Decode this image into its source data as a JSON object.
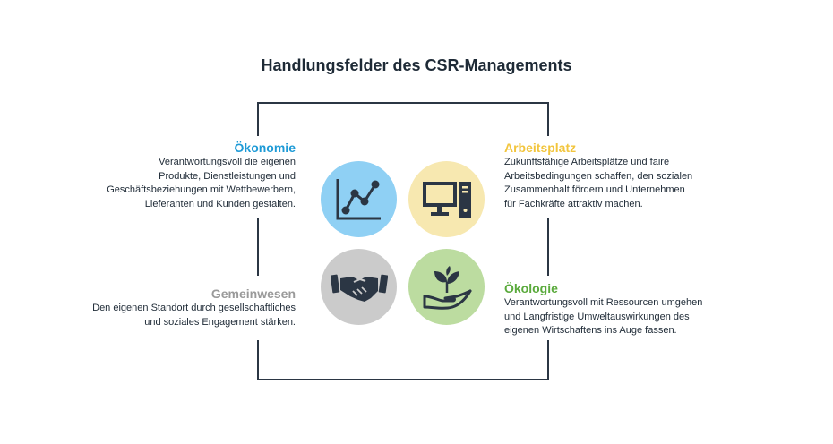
{
  "title": "Handlungsfelder des CSR-Managements",
  "colors": {
    "oekonomie": "#1d9ad6",
    "arbeitsplatz": "#f2c53d",
    "gemeinwesen": "#9a9a9a",
    "oekologie": "#5aaa3c",
    "circle_oekonomie": "#8fd0f4",
    "circle_arbeitsplatz": "#f7e8b0",
    "circle_gemeinwesen": "#cbcbcb",
    "circle_oekologie": "#bcdca0",
    "frame": "#2b3644",
    "icon": "#2b3644"
  },
  "fields": {
    "oekonomie": {
      "title": "Ökonomie",
      "lines": [
        "Verantwortungsvoll die eigenen",
        "Produkte, Dienstleistungen und",
        "Geschäftsbeziehungen mit Wettbewerbern,",
        "Lieferanten und Kunden gestalten."
      ],
      "icon": "line-chart-icon"
    },
    "arbeitsplatz": {
      "title": "Arbeitsplatz",
      "lines": [
        "Zukunftsfähige Arbeitsplätze und faire",
        "Arbeitsbedingungen schaffen, den sozialen",
        "Zusammenhalt fördern und Unternehmen",
        "für Fachkräfte attraktiv machen."
      ],
      "icon": "computer-icon"
    },
    "gemeinwesen": {
      "title": "Gemeinwesen",
      "lines": [
        "Den eigenen Standort durch gesellschaftliches",
        "und soziales Engagement stärken."
      ],
      "icon": "handshake-icon"
    },
    "oekologie": {
      "title": "Ökologie",
      "lines": [
        "Verantwortungsvoll mit Ressourcen umgehen",
        "und Langfristige Umweltauswirkungen des",
        "eigenen Wirtschaftens ins Auge fassen."
      ],
      "icon": "plant-in-hand-icon"
    }
  }
}
